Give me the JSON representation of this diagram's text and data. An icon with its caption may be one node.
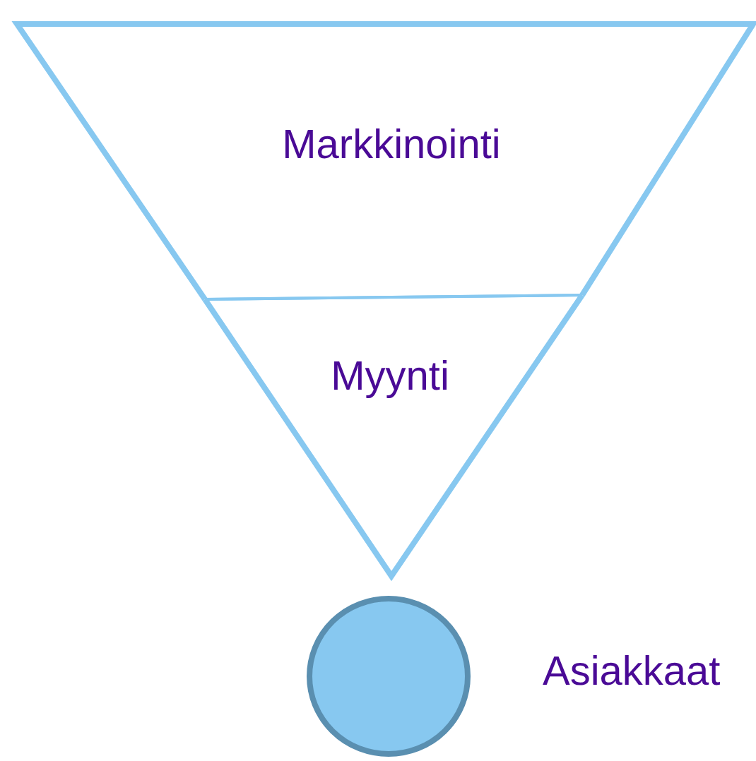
{
  "diagram": {
    "nodes": [
      {
        "text": [
          "Markkinointi"
        ]
      },
      {
        "text": [
          "Myynti"
        ]
      },
      {
        "text": [],
        "shape": "circle",
        "beside": [
          "Asiakkaat"
        ]
      }
    ]
  }
}
